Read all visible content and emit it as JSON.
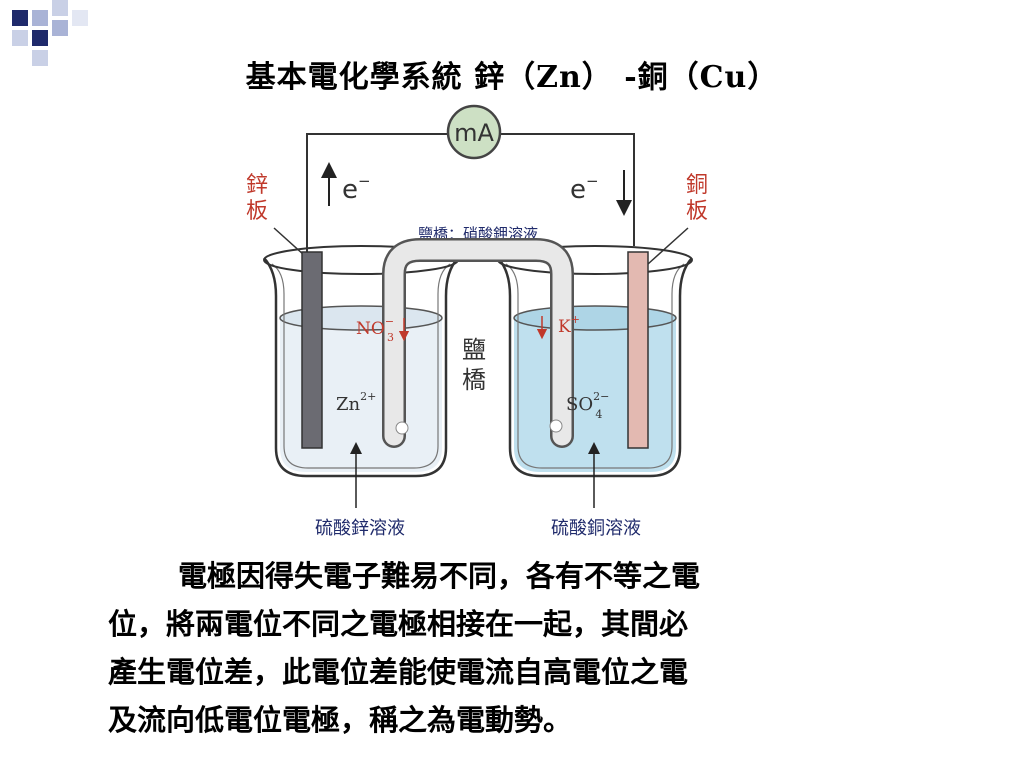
{
  "title": "基本電化學系統 鋅（Zn） -銅（Cu）",
  "diagram": {
    "meter_label": "mA",
    "electron_left": "e",
    "electron_right": "e",
    "electron_sup": "−",
    "left_plate_label_1": "鋅",
    "left_plate_label_2": "板",
    "right_plate_label_1": "銅",
    "right_plate_label_2": "板",
    "salt_bridge_caption": "鹽橋：硝酸鉀溶液",
    "salt_bridge_label_1": "鹽",
    "salt_bridge_label_2": "橋",
    "nitrate_base": "NO",
    "nitrate_sub": "3",
    "nitrate_sup": "−",
    "zinc_ion_base": "Zn",
    "zinc_ion_sup": "2+",
    "potassium_base": "K",
    "potassium_sup": "+",
    "sulfate_base": "SO",
    "sulfate_sub": "4",
    "sulfate_sup": "2−",
    "left_solution_label": "硫酸鋅溶液",
    "right_solution_label": "硫酸銅溶液"
  },
  "paragraph": {
    "line1": "電極因得失電子難易不同，各有不等之電",
    "line2": "位，將兩電位不同之電極相接在一起，其間必",
    "line3": "產生電位差，此電位差能使電流自高電位之電",
    "line4": "及流向低電位電極，稱之為電動勢。"
  },
  "colors": {
    "corner_dark": "#1f2a6b",
    "corner_light": "#a9b3d6",
    "label_red": "#c0392b",
    "solution_left": "#e9f0f6",
    "solution_right": "#bfe0ee",
    "zinc_plate": "#6b6b72",
    "copper_plate": "#e3b9b1"
  }
}
